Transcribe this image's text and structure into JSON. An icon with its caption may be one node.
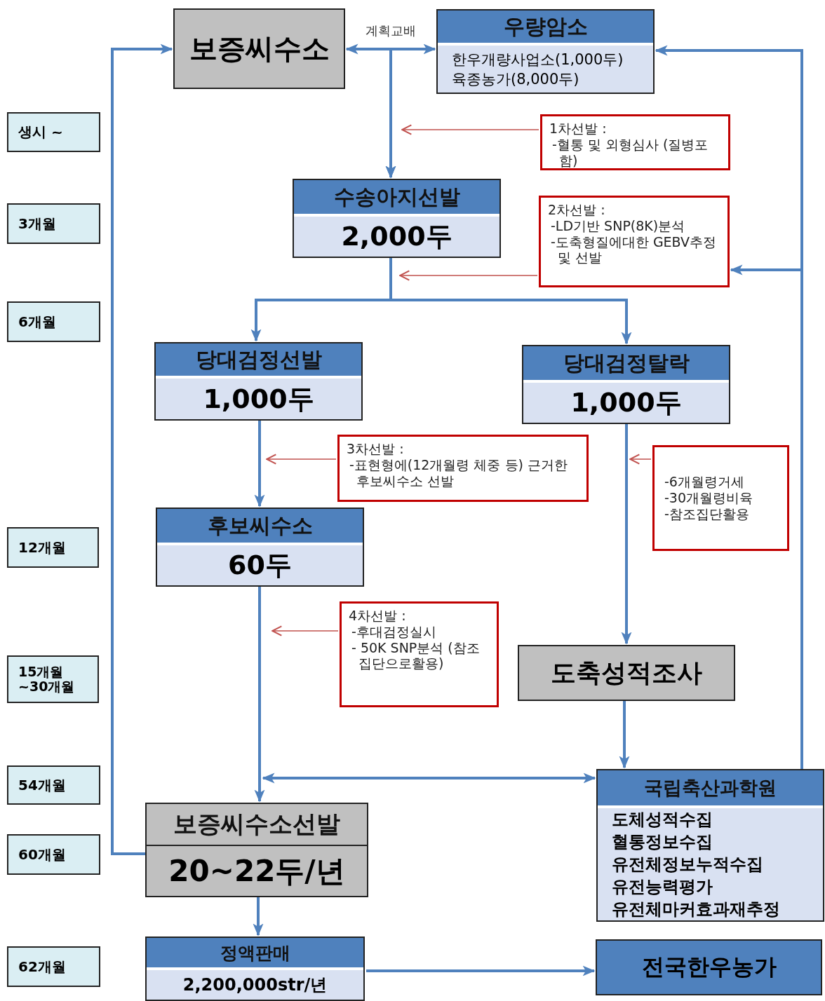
{
  "diagram": {
    "nodes": [
      {
        "text": [
          "보증씨수소"
        ]
      },
      {
        "text": [
          "우량암소",
          "한우개량사업소(1,000두)",
          "육종농가(8,000두)"
        ]
      },
      {
        "text": [
          "수송아지선발",
          "2,000두"
        ]
      },
      {
        "text": [
          "당대검정선발",
          "1,000두"
        ]
      },
      {
        "text": [
          "당대검정탈락",
          "1,000두"
        ]
      },
      {
        "text": [
          "후보씨수소",
          "60두"
        ]
      },
      {
        "text": [
          "도축성적조사"
        ]
      },
      {
        "text": [
          "보증씨수소선발",
          "20~22두/년"
        ]
      },
      {
        "text": [
          "정액판매",
          "2,200,000str/년"
        ]
      },
      {
        "text": [
          "국립축산과학원",
          "도체성적수집",
          "혈통정보수집",
          "유전체정보누적수집",
          "유전능력평가",
          "유전체마커효과재추정"
        ]
      },
      {
        "text": [
          "전국한우농가"
        ]
      },
      {
        "text": [
          "1차선발 :",
          "-혈통 및 외형심사 (질병포함)"
        ]
      },
      {
        "text": [
          "2차선발 :",
          "-LD기반 SNP(8K)분석",
          "-도축형질에대한 GEBV추정 및 선발"
        ]
      },
      {
        "text": [
          "3차선발 :",
          "-표현형에(12개월령 체중 등) 근거한 후보씨수소 선발"
        ]
      },
      {
        "text": [
          "-6개월령거세",
          "-30개월령비육",
          "-참조집단활용"
        ]
      },
      {
        "text": [
          "4차선발 :",
          "-후대검정실시",
          "- 50K SNP분석 (참조집단으로활용)"
        ]
      },
      {
        "text": [
          "생시 ~"
        ]
      },
      {
        "text": [
          "3개월"
        ]
      },
      {
        "text": [
          "6개월"
        ]
      },
      {
        "text": [
          "12개월"
        ]
      },
      {
        "text": [
          "15개월 ~30개월"
        ]
      },
      {
        "text": [
          "54개월"
        ]
      },
      {
        "text": [
          "60개월"
        ]
      },
      {
        "text": [
          "62개월"
        ]
      }
    ],
    "edges": [
      {
        "from": 0,
        "to": 1,
        "arrow": "both",
        "label": "계획교배"
      },
      {
        "from": 0,
        "to": 2,
        "arrow": "to"
      },
      {
        "from": 1,
        "to": 2,
        "arrow": "to"
      },
      {
        "from": 11,
        "to": null,
        "arrow": "to",
        "color": "#c0504d"
      },
      {
        "from": 2,
        "to": 3,
        "arrow": "to"
      },
      {
        "from": 2,
        "to": 4,
        "arrow": "to"
      },
      {
        "from": 12,
        "to": 2,
        "arrow": "to",
        "color": "#c0504d"
      },
      {
        "from": 3,
        "to": 5,
        "arrow": "to"
      },
      {
        "from": 13,
        "to": null,
        "arrow": "to",
        "color": "#c0504d"
      },
      {
        "from": 4,
        "to": 6,
        "arrow": "to"
      },
      {
        "from": 14,
        "to": null,
        "arrow": "to",
        "color": "#c0504d"
      },
      {
        "from": 5,
        "to": 7,
        "arrow": "to"
      },
      {
        "from": 15,
        "to": null,
        "arrow": "to",
        "color": "#c0504d"
      },
      {
        "from": 6,
        "to": 9,
        "arrow": "to"
      },
      {
        "from": 7,
        "to": 9,
        "arrow": "both"
      },
      {
        "from": 7,
        "to": 0,
        "arrow": "to"
      },
      {
        "from": 9,
        "to": 1,
        "arrow": "to"
      },
      {
        "from": 9,
        "to": 12,
        "arrow": "to"
      },
      {
        "from": 7,
        "to": 8,
        "arrow": "to"
      },
      {
        "from": 8,
        "to": 10,
        "arrow": "to"
      }
    ]
  }
}
